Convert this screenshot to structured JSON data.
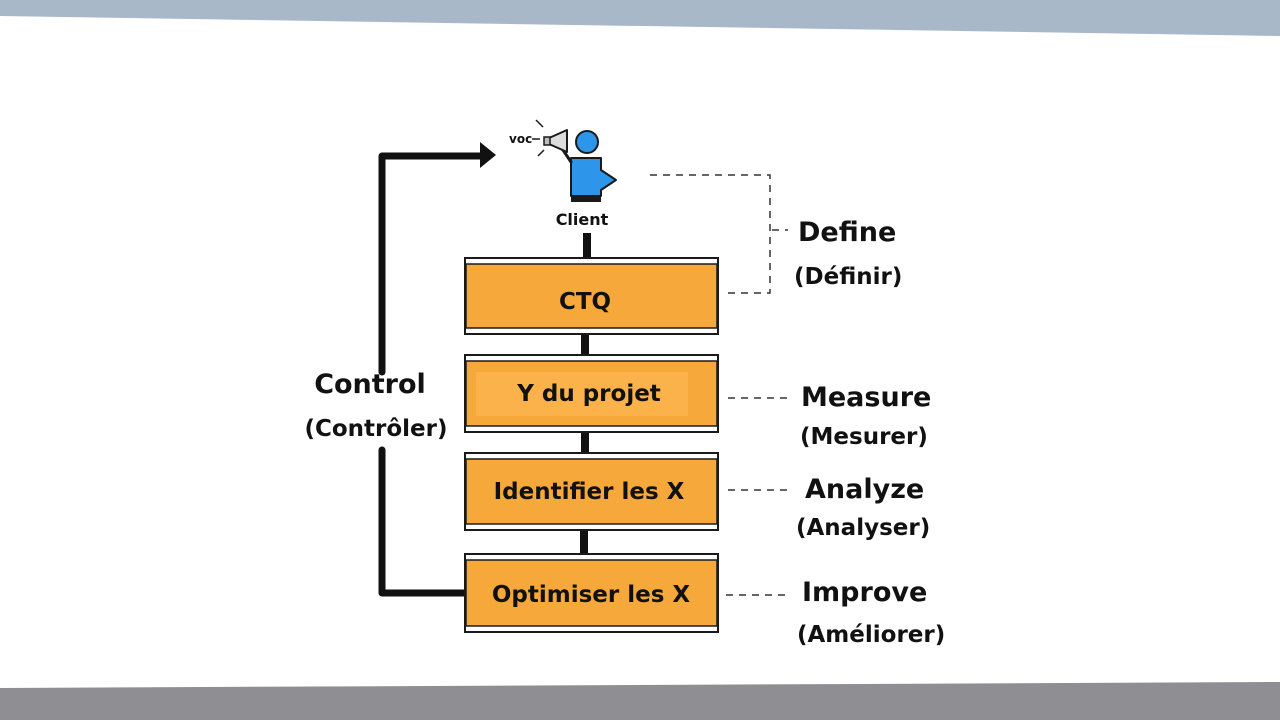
{
  "colors": {
    "box_fill": "#f7a83a",
    "box_fill_light": "#fbb24a",
    "box_border": "#1a1a1a",
    "person_blue": "#2d95ea",
    "connector": "#111111",
    "top_band": "#a9b8c9",
    "bottom_band": "#8f8e93"
  },
  "voc": {
    "label": "voc",
    "icon": "megaphone-icon"
  },
  "client": {
    "label": "Client",
    "icon": "person-icon"
  },
  "steps": [
    {
      "label": "CTQ"
    },
    {
      "label": "Y du projet"
    },
    {
      "label": "Identifier les X"
    },
    {
      "label": "Optimiser les X"
    }
  ],
  "phases": {
    "define": {
      "title": "Define",
      "subtitle": "(Définir)"
    },
    "measure": {
      "title": "Measure",
      "subtitle": "(Mesurer)"
    },
    "analyze": {
      "title": "Analyze",
      "subtitle": "(Analyser)"
    },
    "improve": {
      "title": "Improve",
      "subtitle": "(Améliorer)"
    },
    "control": {
      "title": "Control",
      "subtitle": "(Contrôler)"
    }
  }
}
